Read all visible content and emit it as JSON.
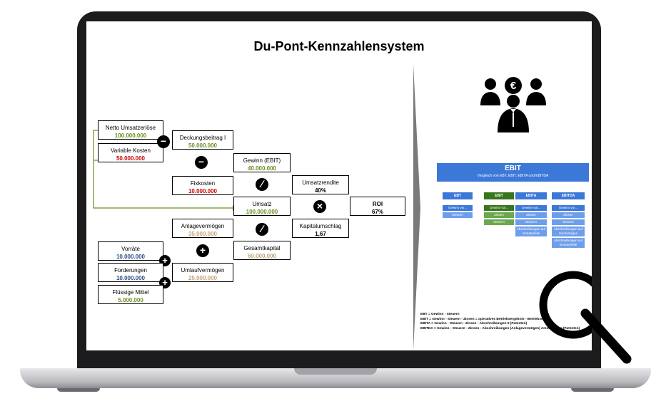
{
  "slide": {
    "title": "Du-Pont-Kennzahlensystem"
  },
  "boxes": {
    "netto_umsatzerloese": {
      "label": "Netto Umsatzerlöse",
      "value": "100.000.000"
    },
    "variable_kosten": {
      "label": "Variable Kosten",
      "value": "50.000.000"
    },
    "deckungsbeitrag": {
      "label": "Deckungsbeitrag I",
      "value": "50.000.000"
    },
    "gewinn_ebit": {
      "label": "Gewinn (EBIT)",
      "value": "40.000.000"
    },
    "fixkosten": {
      "label": "Fixkosten",
      "value": "10.000.000"
    },
    "umsatzrendite": {
      "label": "Umsatzrendite",
      "value": "40%"
    },
    "umsatz": {
      "label": "Umsatz",
      "value": "100.000.000"
    },
    "roi": {
      "label": "ROI",
      "value": "67%"
    },
    "anlagevermoegen": {
      "label": "Anlagevermögen",
      "value": "35.000.000"
    },
    "kapitalumschlag": {
      "label": "Kapitalumschlag",
      "value": "1,67"
    },
    "vorraete": {
      "label": "Vorräte",
      "value": "10.000.000"
    },
    "gesamtkapital": {
      "label": "Gesamtkapital",
      "value": "60.000.000"
    },
    "forderungen": {
      "label": "Forderungen",
      "value": "10.000.000"
    },
    "umlaufvermoegen": {
      "label": "Umlaufvermögen",
      "value": "25.000.000"
    },
    "fluessige_mittel": {
      "label": "Flüssige Mittel",
      "value": "5.000.000"
    }
  },
  "operators": {
    "minus": "−",
    "divide": "∕",
    "times": "×",
    "plus": "+"
  },
  "ebit_panel": {
    "title": "EBIT",
    "subtitle": "Vergleich von EBT, EBIT, EBITA und EBITDA",
    "columns": [
      {
        "name": "EBT",
        "color": "#3c78d8",
        "cells": [
          "Gewinn vor...",
          "Steuern"
        ]
      },
      {
        "name": "EBIT",
        "color": "#38761d",
        "cells": [
          "Gewinn vor...",
          "Zinsen",
          "Steuern"
        ]
      },
      {
        "name": "EBITA",
        "color": "#3c78d8",
        "cells": [
          "Gewinn vor...",
          "Zinsen",
          "Steuern",
          "Abschreibungen auf immaterielle Wirtschaftsgüter"
        ]
      },
      {
        "name": "EBITDA",
        "color": "#3c78d8",
        "cells": [
          "Gewinn vor...",
          "Zinsen",
          "Steuern",
          "Abschreibungen auf Sachanlagen",
          "Abschreibungen auf immaterielle Wirtschaftsgüter"
        ]
      }
    ],
    "formulas": [
      "EBT = Gewinn - Steuern",
      "EBIT = Gewinn - Steuern - Zinsen = operatives Betriebsergebnis - Betriebserfolg",
      "EBITA = Gewinn - Steuern - Zinsen - Abschreibungen II (Patenten)",
      "EBITDA = Gewinn - Steuern - Zinsen - Abschreibungen (Anlagevermögen) Amortisation (Patenten)"
    ]
  },
  "icons": {
    "people": "business-people-euro-icon",
    "magnifier": "magnifier-icon"
  },
  "colors": {
    "positive": "#6b8e23",
    "negative": "#cc0000",
    "asset": "#2b4a8b",
    "capital": "#c4a57a",
    "accent": "#3c78d8"
  }
}
